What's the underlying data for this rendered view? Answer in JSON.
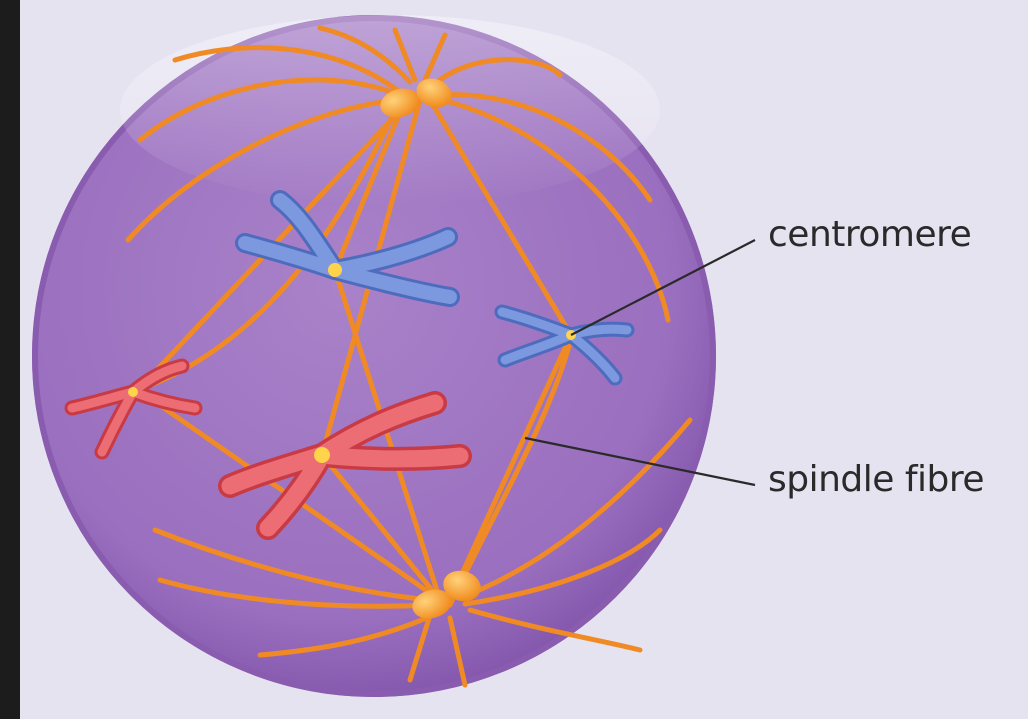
{
  "labels": {
    "centromere": "centromere",
    "spindle_fibre": "spindle fibre"
  },
  "colors": {
    "frame": "#1c1c1c",
    "panel": "#e6e3f1",
    "cell_fill": "#a97fc6",
    "cell_edge": "#8a5cb0",
    "spindle_fibre": "#f08a24",
    "centrosome": "#f3a12e",
    "chromosome_blue": "#6f8fd6",
    "chromosome_red": "#e8575e",
    "centromere": "#ffd34a",
    "leader_line": "#2a2a2a",
    "label_text": "#2a2a2a"
  },
  "chromosome_colors": [
    "blue",
    "blue",
    "red",
    "red"
  ]
}
